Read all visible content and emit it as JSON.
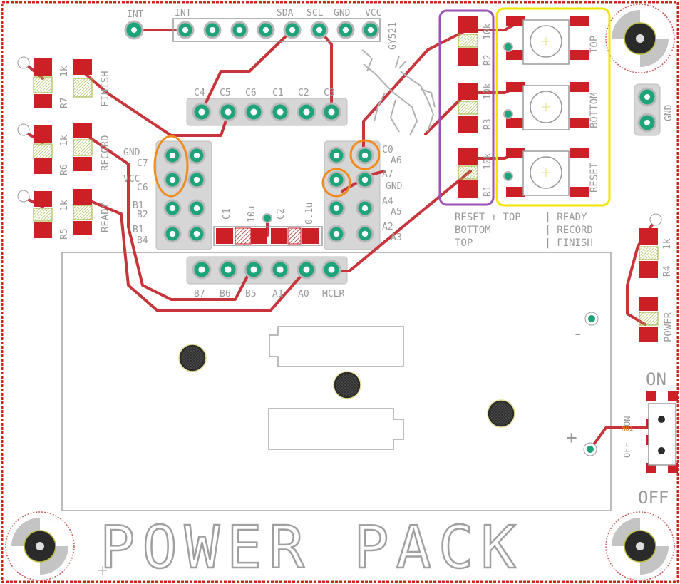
{
  "colors": {
    "background": "#ffffff",
    "board_edge": "#c8281e",
    "trace": "#c8343a",
    "pad_red": "#cc1f26",
    "pad_green": "#1fa37a",
    "pad_ring": "#b9b9b9",
    "silk": "#9a9a9a",
    "hole_dark": "#2c2c2c",
    "mount_red": "#c95a5a",
    "highlight_orange": "#f08c1e",
    "highlight_purple": "#9b52b4",
    "highlight_yellow": "#f2e600"
  },
  "header_gy521": {
    "label": "GY521",
    "pins": [
      "INT",
      "SDA",
      "SCL",
      "GND",
      "VCC"
    ]
  },
  "int_label": "INT",
  "capacitor_header": [
    "C4",
    "C5",
    "C6",
    "C1",
    "C2",
    "C3"
  ],
  "left_header_labels": {
    "gnd": "GND",
    "c7": "C7",
    "vcc": "VCC",
    "c6": "C6",
    "b1a": "B1",
    "b2": "B2",
    "b1b": "B1",
    "b4": "B4"
  },
  "right_header_labels": {
    "c0": "C0",
    "a6": "A6",
    "a7": "A7",
    "gnd": "GND",
    "a4": "A4",
    "a5": "A5",
    "a2": "A2",
    "a3": "A3"
  },
  "bottom_header": [
    "B7",
    "B6",
    "B5",
    "A1",
    "A0",
    "MCLR"
  ],
  "smd_caps": {
    "c1": "C1",
    "c1_value": "10u",
    "c2": "C2",
    "c2_value": "0.1u"
  },
  "leds_left": [
    {
      "resistor": "R7",
      "value": "1k",
      "led": "FINISH"
    },
    {
      "resistor": "R6",
      "value": "1k",
      "led": "RECORD"
    },
    {
      "resistor": "R5",
      "value": "1k",
      "led": "READY"
    }
  ],
  "pullups": [
    {
      "name": "R2",
      "value": "10k"
    },
    {
      "name": "R3",
      "value": "10k"
    },
    {
      "name": "R1",
      "value": "10k"
    }
  ],
  "buttons": [
    "TOP",
    "BOTTOM",
    "RESET"
  ],
  "legend_lines": [
    "RESET + TOP    | READY",
    "BOTTOM         | RECORD",
    "TOP            | FINISH"
  ],
  "power_led": {
    "resistor": "R4",
    "value": "1k",
    "label": "POWER"
  },
  "gnd_header_label": "GND",
  "switch": {
    "on": "ON",
    "off": "OFF",
    "off_small": "OFF",
    "on_small": "ON",
    "pad_label": "NO1"
  },
  "battery": {
    "minus": "-",
    "plus": "+"
  },
  "title": "POWER PACK"
}
